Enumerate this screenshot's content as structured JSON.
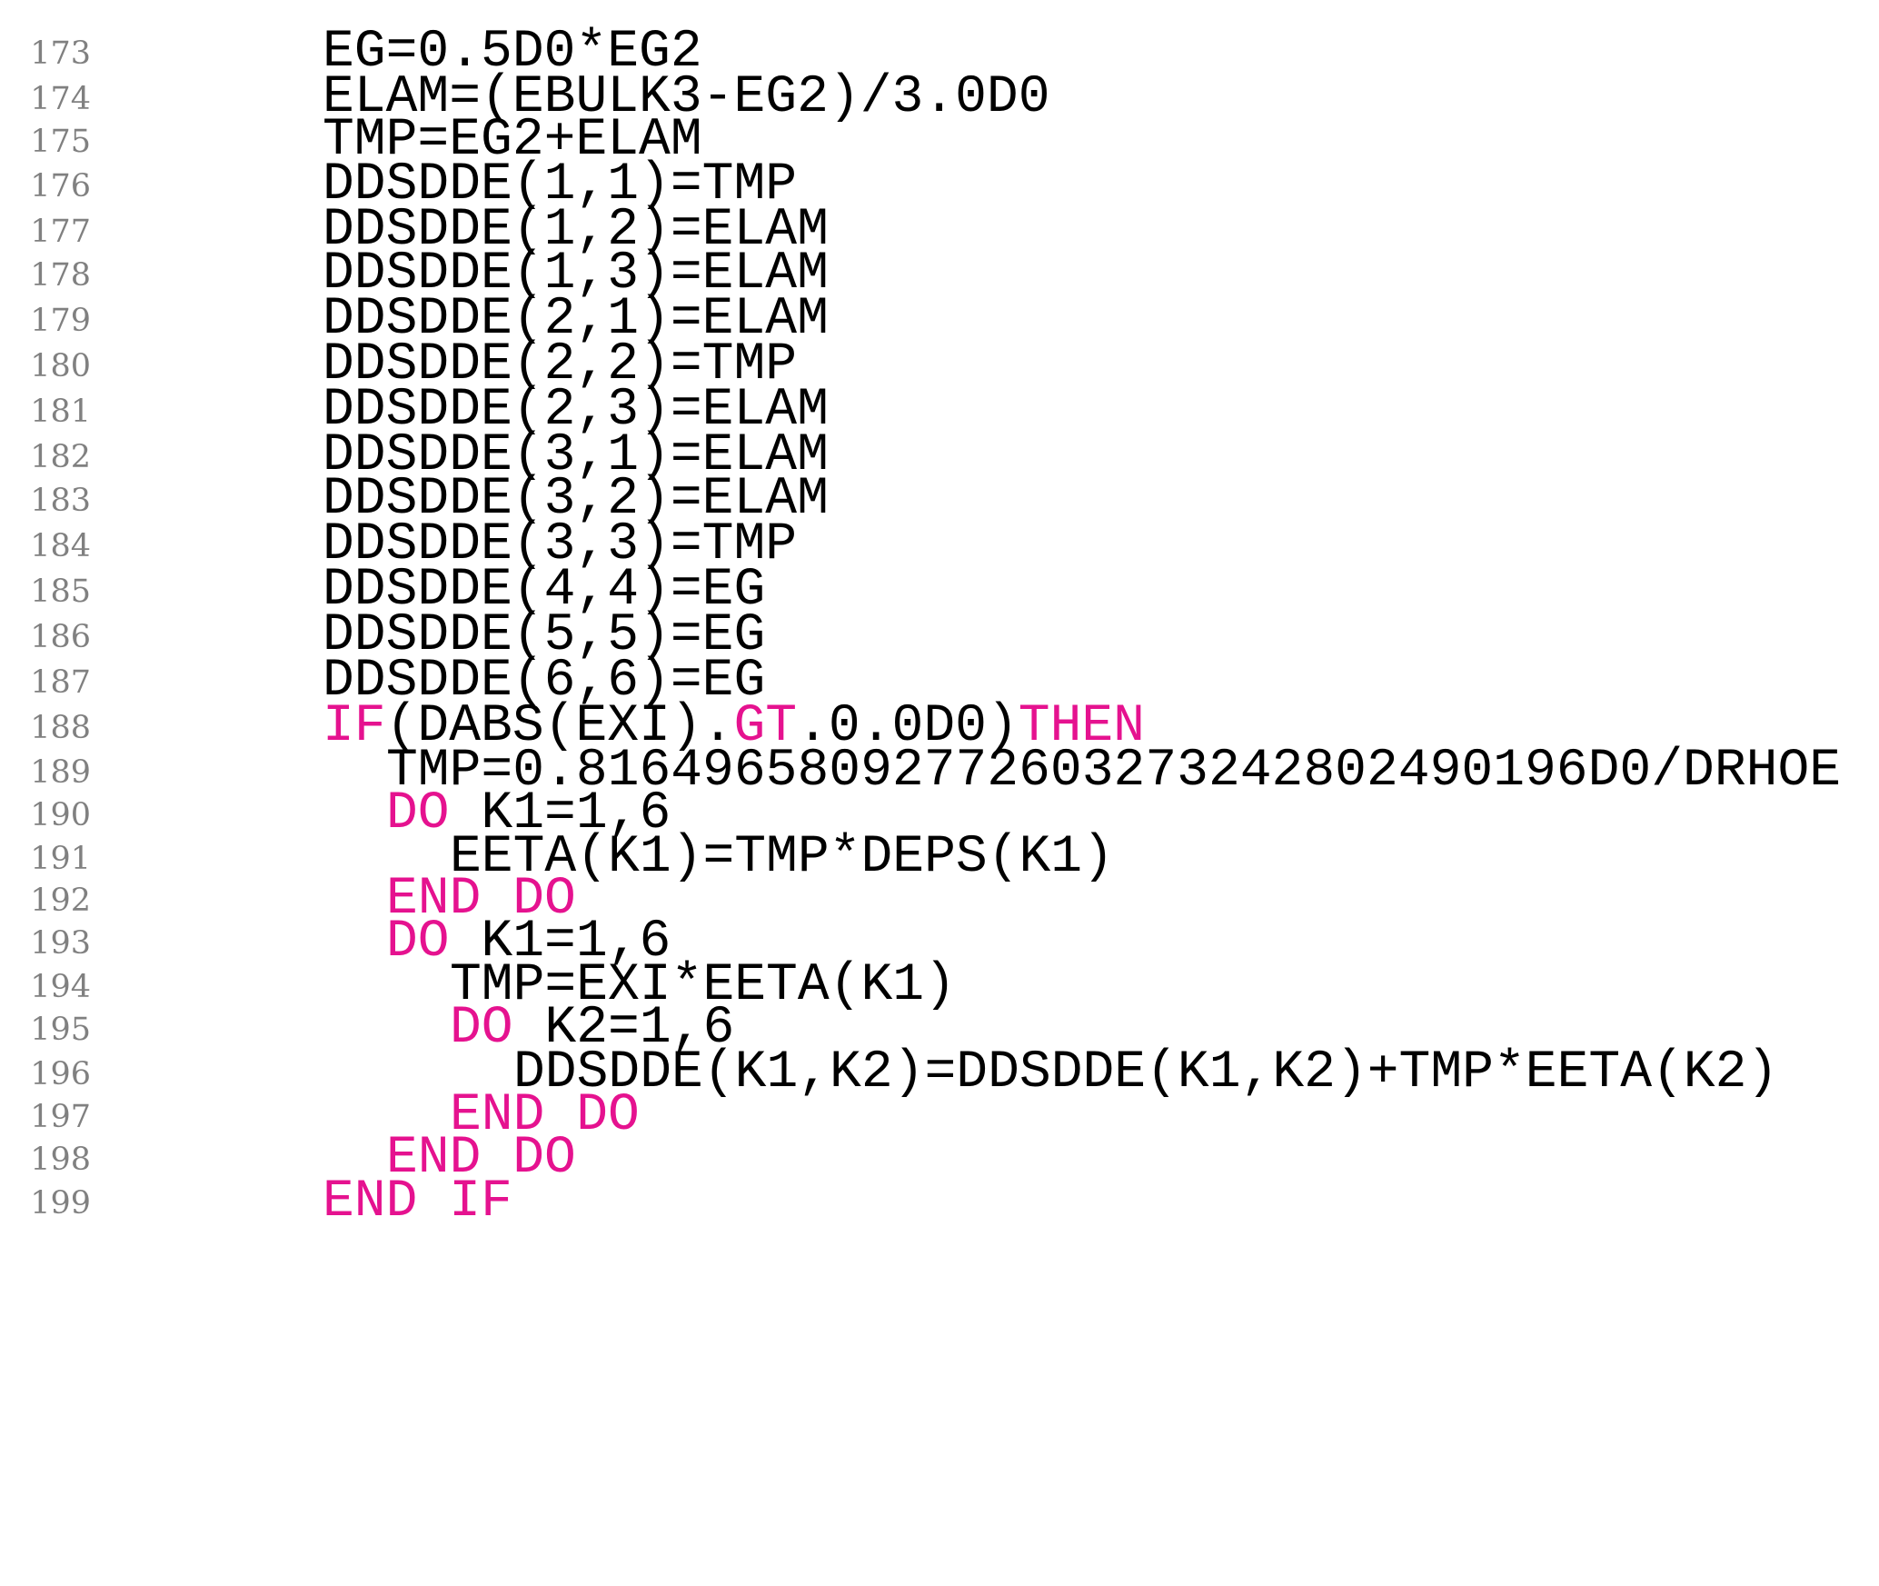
{
  "colors": {
    "keyword": "#e5128f",
    "code": "#000000",
    "line_number": "#808080",
    "background": "#ffffff"
  },
  "lines": [
    {
      "n": "173",
      "indent": 0,
      "tokens": [
        {
          "t": "EG=0.5D0*EG2"
        }
      ]
    },
    {
      "n": "174",
      "indent": 0,
      "tokens": [
        {
          "t": "ELAM=(EBULK3-EG2)/3.0D0"
        }
      ]
    },
    {
      "n": "175",
      "indent": 0,
      "tokens": [
        {
          "t": "TMP=EG2+ELAM"
        }
      ]
    },
    {
      "n": "176",
      "indent": 0,
      "tokens": [
        {
          "t": "DDSDDE(1,1)=TMP"
        }
      ]
    },
    {
      "n": "177",
      "indent": 0,
      "tokens": [
        {
          "t": "DDSDDE(1,2)=ELAM"
        }
      ]
    },
    {
      "n": "178",
      "indent": 0,
      "tokens": [
        {
          "t": "DDSDDE(1,3)=ELAM"
        }
      ]
    },
    {
      "n": "179",
      "indent": 0,
      "tokens": [
        {
          "t": "DDSDDE(2,1)=ELAM"
        }
      ]
    },
    {
      "n": "180",
      "indent": 0,
      "tokens": [
        {
          "t": "DDSDDE(2,2)=TMP"
        }
      ]
    },
    {
      "n": "181",
      "indent": 0,
      "tokens": [
        {
          "t": "DDSDDE(2,3)=ELAM"
        }
      ]
    },
    {
      "n": "182",
      "indent": 0,
      "tokens": [
        {
          "t": "DDSDDE(3,1)=ELAM"
        }
      ]
    },
    {
      "n": "183",
      "indent": 0,
      "tokens": [
        {
          "t": "DDSDDE(3,2)=ELAM"
        }
      ]
    },
    {
      "n": "184",
      "indent": 0,
      "tokens": [
        {
          "t": "DDSDDE(3,3)=TMP"
        }
      ]
    },
    {
      "n": "185",
      "indent": 0,
      "tokens": [
        {
          "t": "DDSDDE(4,4)=EG"
        }
      ]
    },
    {
      "n": "186",
      "indent": 0,
      "tokens": [
        {
          "t": "DDSDDE(5,5)=EG"
        }
      ]
    },
    {
      "n": "187",
      "indent": 0,
      "tokens": [
        {
          "t": "DDSDDE(6,6)=EG"
        }
      ]
    },
    {
      "n": "188",
      "indent": 0,
      "tokens": [
        {
          "t": "IF",
          "kw": true
        },
        {
          "t": "(DABS(EXI)."
        },
        {
          "t": "GT",
          "kw": true
        },
        {
          "t": ".0.0D0)"
        },
        {
          "t": "THEN",
          "kw": true
        }
      ]
    },
    {
      "n": "189",
      "indent": 1,
      "tokens": [
        {
          "t": "TMP=0.81649658092772603273242802490196D0/DRHOE"
        }
      ]
    },
    {
      "n": "190",
      "indent": 1,
      "tokens": [
        {
          "t": "DO",
          "kw": true
        },
        {
          "t": " K1=1,6"
        }
      ]
    },
    {
      "n": "191",
      "indent": 2,
      "tokens": [
        {
          "t": "EETA(K1)=TMP*DEPS(K1)"
        }
      ]
    },
    {
      "n": "192",
      "indent": 1,
      "tokens": [
        {
          "t": "END DO",
          "kw": true
        }
      ]
    },
    {
      "n": "193",
      "indent": 1,
      "tokens": [
        {
          "t": "DO",
          "kw": true
        },
        {
          "t": " K1=1,6"
        }
      ]
    },
    {
      "n": "194",
      "indent": 2,
      "tokens": [
        {
          "t": "TMP=EXI*EETA(K1)"
        }
      ]
    },
    {
      "n": "195",
      "indent": 2,
      "tokens": [
        {
          "t": "DO",
          "kw": true
        },
        {
          "t": " K2=1,6"
        }
      ]
    },
    {
      "n": "196",
      "indent": 3,
      "tokens": [
        {
          "t": "DDSDDE(K1,K2)=DDSDDE(K1,K2)+TMP*EETA(K2)"
        }
      ]
    },
    {
      "n": "197",
      "indent": 2,
      "tokens": [
        {
          "t": "END DO",
          "kw": true
        }
      ]
    },
    {
      "n": "198",
      "indent": 1,
      "tokens": [
        {
          "t": "END DO",
          "kw": true
        }
      ]
    },
    {
      "n": "199",
      "indent": 0,
      "tokens": [
        {
          "t": "END IF",
          "kw": true
        }
      ]
    }
  ]
}
